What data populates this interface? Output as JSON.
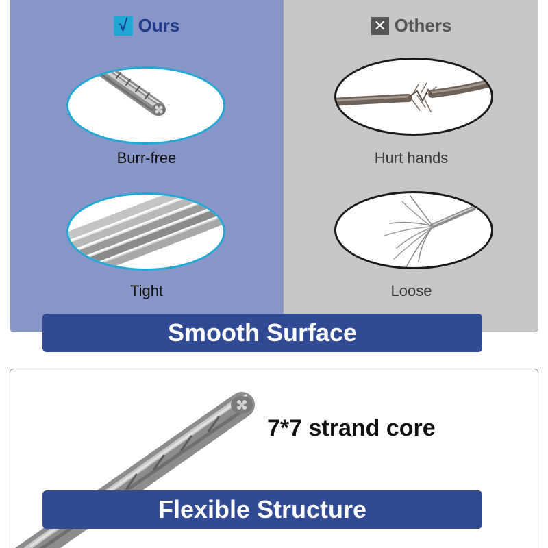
{
  "comparison": {
    "ours": {
      "heading": "Ours",
      "badge_icon": "checkmark-icon",
      "badge_glyph": "√",
      "accent_color": "#1fa7d6",
      "background_color": "#8796c6",
      "items": [
        {
          "caption": "Burr-free",
          "image": "clean-cable-end"
        },
        {
          "caption": "Tight",
          "image": "tight-strands"
        }
      ]
    },
    "others": {
      "heading": "Others",
      "badge_icon": "x-icon",
      "badge_glyph": "✕",
      "background_color": "#c7c7c7",
      "items": [
        {
          "caption": "Hurt hands",
          "image": "frayed-cable"
        },
        {
          "caption": "Loose",
          "image": "loose-strands"
        }
      ]
    }
  },
  "banners": {
    "smooth": "Smooth Surface",
    "flexible": "Flexible Structure",
    "color": "#2f4b93"
  },
  "structure": {
    "label": "7*7 strand core"
  }
}
